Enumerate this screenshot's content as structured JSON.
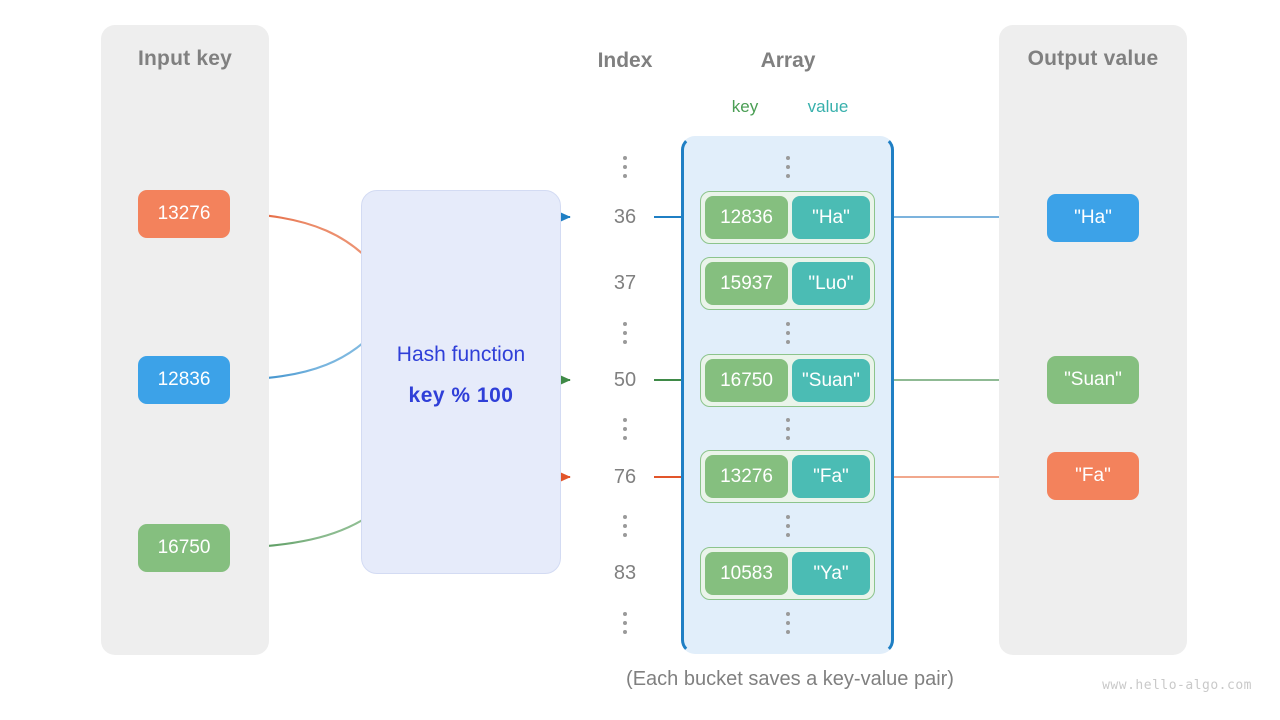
{
  "panels": {
    "input": {
      "title": "Input key"
    },
    "output": {
      "title": "Output value"
    }
  },
  "headings": {
    "index": "Index",
    "array": "Array",
    "key": "key",
    "value": "value"
  },
  "hash_function": {
    "label": "Hash function",
    "formula": "key % 100"
  },
  "input_keys": [
    {
      "text": "13276",
      "color": "#f3825c"
    },
    {
      "text": "12836",
      "color": "#3ca2e8"
    },
    {
      "text": "16750",
      "color": "#85bf7f"
    }
  ],
  "output_values": [
    {
      "text": "\"Ha\"",
      "color": "#3ca2e8"
    },
    {
      "text": "\"Suan\"",
      "color": "#85bf7f"
    },
    {
      "text": "\"Fa\"",
      "color": "#f3825c"
    }
  ],
  "array_rows": [
    {
      "type": "dots"
    },
    {
      "type": "bucket",
      "index": "36",
      "key": "12836",
      "value": "\"Ha\""
    },
    {
      "type": "bucket",
      "index": "37",
      "key": "15937",
      "value": "\"Luo\""
    },
    {
      "type": "dots"
    },
    {
      "type": "bucket",
      "index": "50",
      "key": "16750",
      "value": "\"Suan\""
    },
    {
      "type": "dots"
    },
    {
      "type": "bucket",
      "index": "76",
      "key": "13276",
      "value": "\"Fa\""
    },
    {
      "type": "dots"
    },
    {
      "type": "bucket",
      "index": "83",
      "key": "10583",
      "value": "\"Ya\""
    },
    {
      "type": "dots"
    }
  ],
  "caption": "(Each bucket saves a key-value pair)",
  "watermark": "www.hello-algo.com",
  "colors": {
    "panel_bg": "#eeeeee",
    "array_bg": "#e1eefa",
    "array_border": "#1f7fc4",
    "hash_bg": "#e6ebfa",
    "hash_text": "#2f3fd8",
    "bucket_key": "#85bf7f",
    "bucket_value": "#4bbcb4",
    "wire_blue": "#1f7fc4",
    "wire_green": "#4a8f4a",
    "wire_orange": "#e2552a",
    "text_grey": "#808080"
  }
}
